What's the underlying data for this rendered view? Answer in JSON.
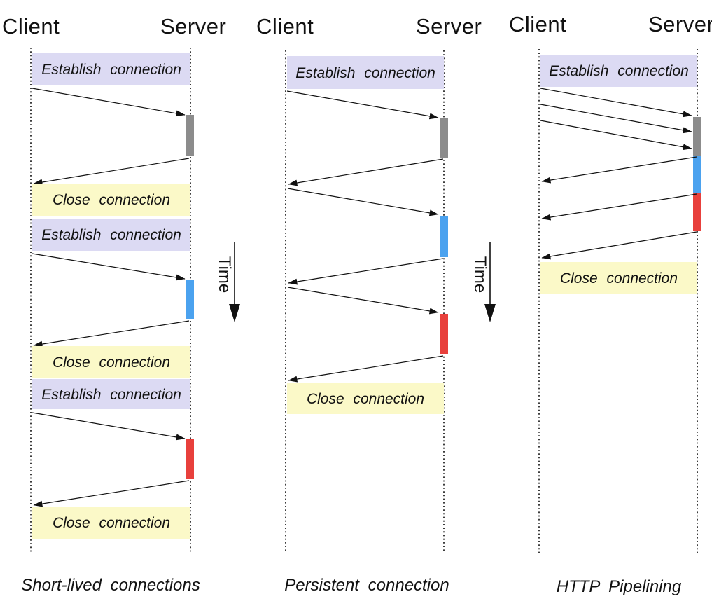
{
  "labels": {
    "client": "Client",
    "server": "Server",
    "establish_connection": "Establish connection",
    "close_connection": "Close connection",
    "time": "Time"
  },
  "panels": [
    {
      "caption": "Short-lived connections"
    },
    {
      "caption": "Persistent connection"
    },
    {
      "caption": "HTTP Pipelining"
    }
  ],
  "colors": {
    "establish_box_bg": "#dcdaf3",
    "close_box_bg": "#fbf9c8",
    "processing_gray": "#8c8c8c",
    "processing_blue": "#4ba2ef",
    "processing_red": "#e8403c"
  }
}
